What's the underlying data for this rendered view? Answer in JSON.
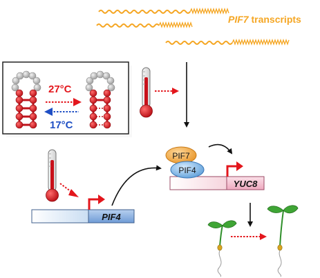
{
  "labels": {
    "transcripts_gene": "PIF7",
    "transcripts_suffix": " transcripts",
    "temp_warm": "27°C",
    "temp_cool": "17°C",
    "protein_pif7": "PIF7",
    "protein_pif4": "PIF4",
    "gene_yuc8": "YUC8",
    "gene_pif4": "PIF4"
  },
  "colors": {
    "transcript": "#F5A623",
    "rna_loop": "#BFBFBF",
    "rna_stem": "#D9121B",
    "warm": "#E3161C",
    "cool": "#1F4FC4",
    "arrow": "#111111",
    "thermometer": "#C8101A",
    "promoter": "#E3161C",
    "pif7_fill": "#F2A93B",
    "pif4_fill": "#7FB6E6",
    "yuc8_fill": "#F4C6D4",
    "pif4_gene_fill": "#8EB4E3",
    "seedling_leaf": "#3FA535",
    "seedling_stem": "#2F8F2A",
    "seed": "#D9A521"
  },
  "icons": [
    "thermometer-icon",
    "promoter-arrow-icon",
    "seedling-icon",
    "rna-hairpin-icon"
  ]
}
